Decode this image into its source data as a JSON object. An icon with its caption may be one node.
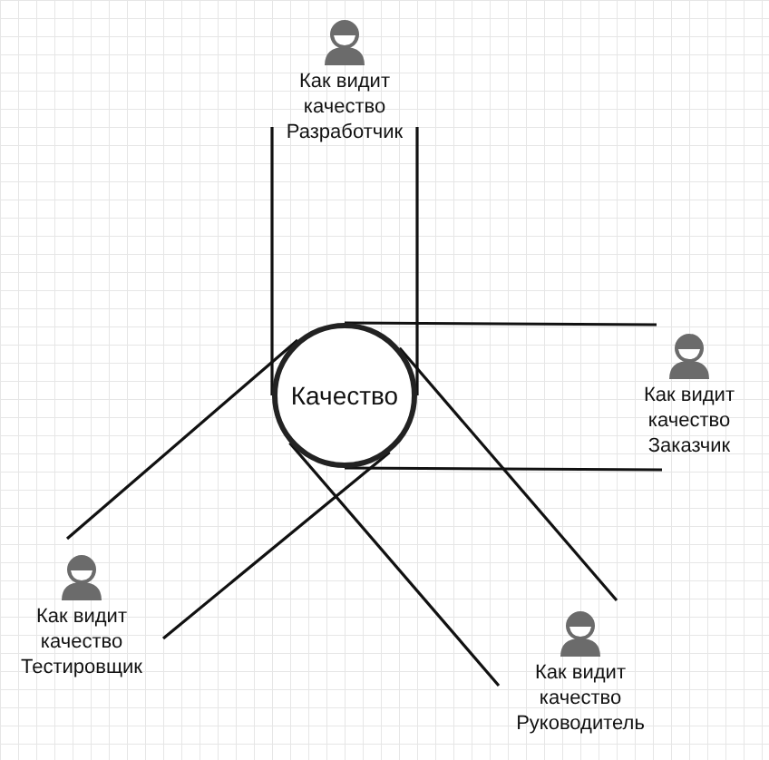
{
  "diagram": {
    "nodes": [
      {
        "text": [
          "Как видит качество Разработчик"
        ]
      },
      {
        "text": [
          "Качество"
        ]
      },
      {
        "text": [
          "Как видит качество Заказчик"
        ]
      },
      {
        "text": [
          "Как видит качество Тестировщик"
        ]
      },
      {
        "text": [
          "Как видит качество Руководитель"
        ]
      }
    ],
    "edges": [
      {
        "from": 0,
        "to": 1,
        "arrow": "none"
      },
      {
        "from": 0,
        "to": 1,
        "arrow": "none"
      },
      {
        "from": 2,
        "to": 1,
        "arrow": "none"
      },
      {
        "from": 2,
        "to": 1,
        "arrow": "none"
      },
      {
        "from": 3,
        "to": 1,
        "arrow": "none"
      },
      {
        "from": 3,
        "to": 1,
        "arrow": "none"
      },
      {
        "from": 4,
        "to": 1,
        "arrow": "none"
      },
      {
        "from": 4,
        "to": 1,
        "arrow": "none"
      }
    ]
  }
}
